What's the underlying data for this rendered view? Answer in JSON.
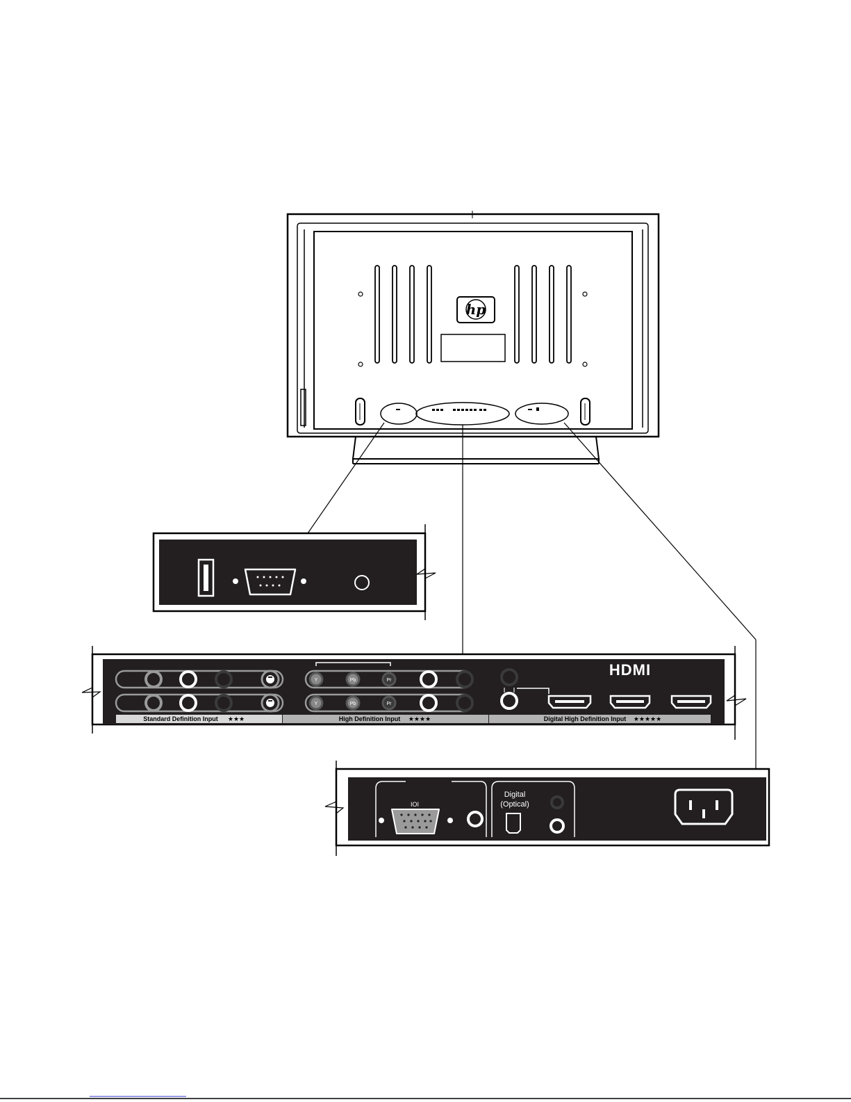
{
  "tv": {
    "brand_logo": "hp"
  },
  "panel_mid": {
    "hdmi_logo": "HDMI",
    "section_sd": "Standard Definition Input",
    "section_sd_stars": "★★★",
    "section_hd": "High Definition Input",
    "section_hd_stars": "★★★★",
    "section_dhd": "Digital High Definition Input",
    "section_dhd_stars": "★★★★★",
    "component_jack_labels": [
      "Y",
      "Pb",
      "Pr"
    ]
  },
  "panel_right": {
    "optical_label_line1": "Digital",
    "optical_label_line2": "(Optical)"
  },
  "footer": {
    "link_text": ""
  },
  "colors": {
    "panel": "#231f20",
    "label_bar_light": "#d9d9d9",
    "label_bar_mid": "#b3b3b3",
    "jack_grey": "#888888"
  },
  "icons": [
    "usb-port-icon",
    "serial-port-icon",
    "vga-port-icon",
    "optical-port-icon",
    "hdmi-port-icon",
    "s-video-jack-icon",
    "rca-jack-icon",
    "power-socket-icon"
  ]
}
